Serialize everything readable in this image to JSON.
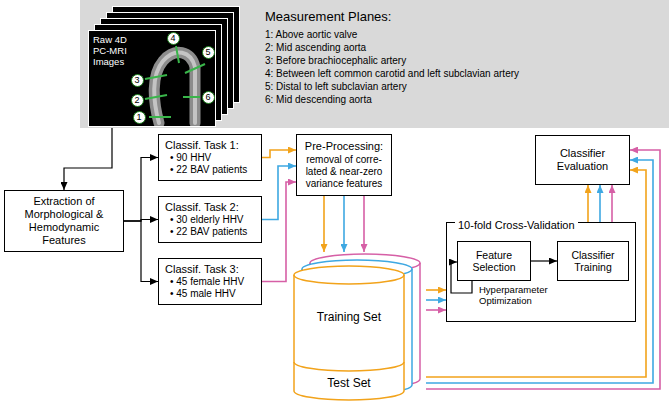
{
  "diagram": {
    "nodes": [
      {
        "text": [
          "Measurement Planes:",
          "1: Above aortic valve",
          "2: Mid ascending aorta",
          "3: Before brachiocephalic artery",
          "4: Between left common carotid and left subclavian artery",
          "5: Distal to left subclavian artery",
          "6: Mid descending aorta"
        ]
      },
      {
        "text": [
          "Raw 4D PC-MRI Images"
        ],
        "in": 0
      },
      {
        "text": [
          "1"
        ],
        "in": 1
      },
      {
        "text": [
          "2"
        ],
        "in": 1
      },
      {
        "text": [
          "3"
        ],
        "in": 1
      },
      {
        "text": [
          "4"
        ],
        "in": 1
      },
      {
        "text": [
          "5"
        ],
        "in": 1
      },
      {
        "text": [
          "6"
        ],
        "in": 1
      },
      {
        "text": [
          "Extraction of Morphological & Hemodynamic Features"
        ]
      },
      {
        "text": [
          "Classif. Task 1:",
          "• 90 HHV",
          "• 22 BAV patients"
        ]
      },
      {
        "text": [
          "Classif. Task 2:",
          "• 30 elderly HHV",
          "• 22 BAV patients"
        ]
      },
      {
        "text": [
          "Classif. Task 3:",
          "• 45 female HHV",
          "• 45 male HHV"
        ]
      },
      {
        "text": [
          "Pre-Processing:",
          "removal of corre- lated & near-zero variance features"
        ]
      },
      {
        "text": [
          "Training Set",
          "Test Set"
        ]
      },
      {
        "text": [
          "10-fold Cross-Validation"
        ]
      },
      {
        "text": [
          "Feature Selection"
        ],
        "in": 14
      },
      {
        "text": [
          "Classifier Training"
        ],
        "in": 14
      },
      {
        "text": [
          "Classifier Evaluation"
        ]
      }
    ],
    "edges": [
      {
        "from": 1,
        "to": 8,
        "arrow": "to"
      },
      {
        "from": 8,
        "to": 9,
        "arrow": "to"
      },
      {
        "from": 8,
        "to": 10,
        "arrow": "to"
      },
      {
        "from": 8,
        "to": 11,
        "arrow": "to"
      },
      {
        "from": 9,
        "to": 12,
        "arrow": "to"
      },
      {
        "from": 10,
        "to": 12,
        "arrow": "to"
      },
      {
        "from": 11,
        "to": 12,
        "arrow": "to"
      },
      {
        "from": 12,
        "to": 13,
        "arrow": "to"
      },
      {
        "from": 12,
        "to": 13,
        "arrow": "to"
      },
      {
        "from": 12,
        "to": 13,
        "arrow": "to"
      },
      {
        "from": 13,
        "to": 14,
        "arrow": "to"
      },
      {
        "from": 13,
        "to": 14,
        "arrow": "to"
      },
      {
        "from": 13,
        "to": 14,
        "arrow": "to"
      },
      {
        "from": 14,
        "to": 17,
        "arrow": "to"
      },
      {
        "from": 14,
        "to": 17,
        "arrow": "to"
      },
      {
        "from": 14,
        "to": 17,
        "arrow": "to"
      },
      {
        "from": 13,
        "to": 17,
        "arrow": "to"
      },
      {
        "from": 13,
        "to": 17,
        "arrow": "to"
      },
      {
        "from": 13,
        "to": 17,
        "arrow": "to"
      },
      {
        "from": 15,
        "to": 16,
        "arrow": "to"
      }
    ],
    "labels": [
      "Hyperparameter Optimization"
    ]
  }
}
